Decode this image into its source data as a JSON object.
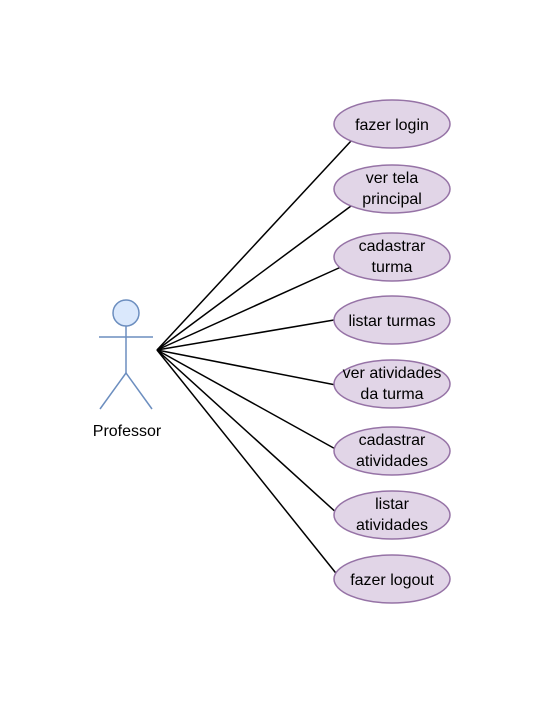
{
  "diagram": {
    "actor": {
      "name": "Professor"
    },
    "use_cases": [
      {
        "label": "fazer login"
      },
      {
        "label": "ver tela principal"
      },
      {
        "label": "cadastrar turma"
      },
      {
        "label": "listar turmas"
      },
      {
        "label": "ver atividades da turma"
      },
      {
        "label": "cadastrar atividades"
      },
      {
        "label": "listar atividades"
      },
      {
        "label": "fazer logout"
      }
    ]
  },
  "colors": {
    "actor_fill": "#dae8fc",
    "actor_stroke": "#6c8ebf",
    "use_case_fill": "#e1d5e7",
    "use_case_stroke": "#9673a6",
    "association_line": "#000000",
    "background": "#ffffff"
  }
}
